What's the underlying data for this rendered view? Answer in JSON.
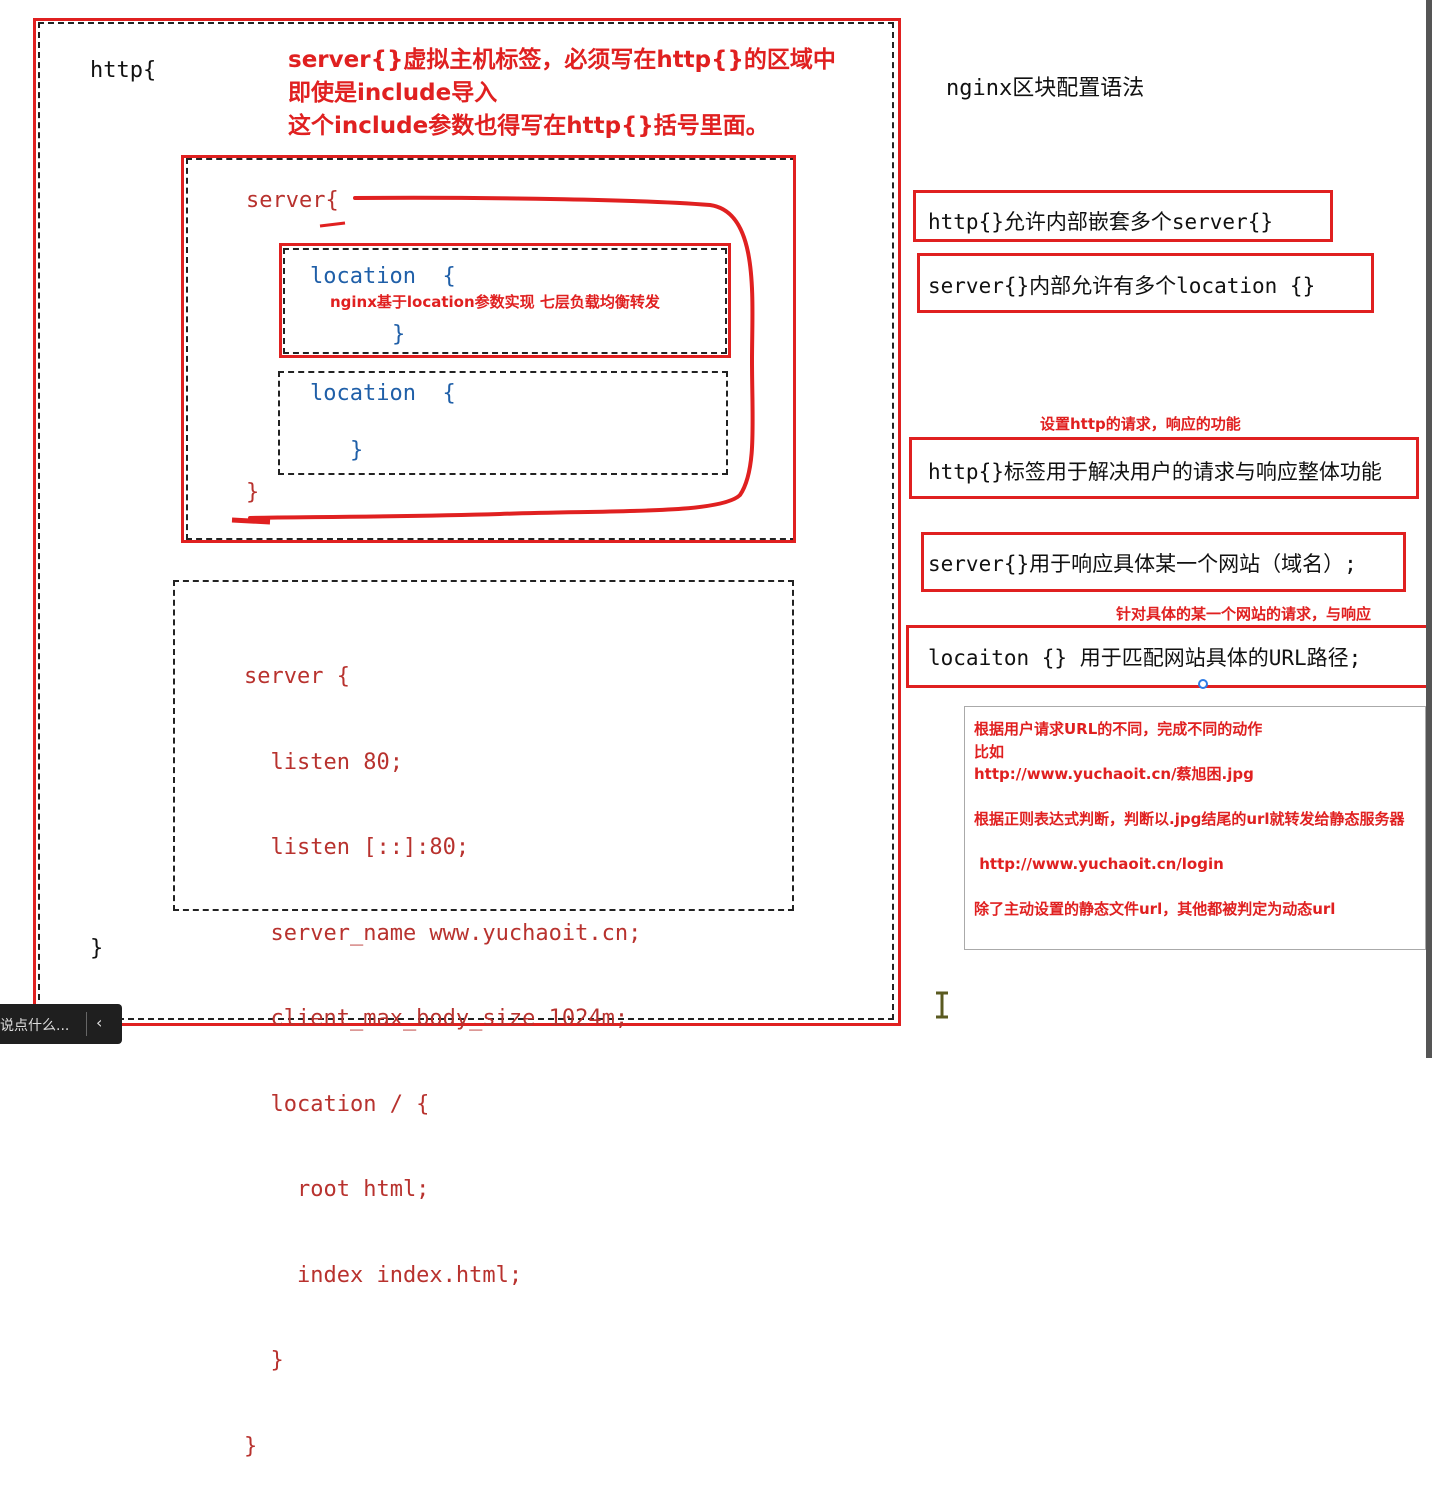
{
  "outer": {
    "http_open": "http{",
    "http_close": "}",
    "note_lines": [
      "server{}虚拟主机标签，必须写在http{}的区域中",
      "即使是include导入",
      "这个include参数也得写在http{}括号里面。"
    ]
  },
  "server_block": {
    "open": "server{",
    "close": "}",
    "location1_open": "location  {",
    "location1_note": "nginx基于location参数实现 七层负载均衡转发",
    "location1_close": "}",
    "location2_open": "location  {",
    "location2_close": "}"
  },
  "example_code": [
    "server {",
    "  listen 80;",
    "  listen [::]:80;",
    "  server_name www.yuchaoit.cn;",
    "  client_max_body_size 1024m;",
    "  location / {",
    "    root html;",
    "    index index.html;",
    "  }",
    "}"
  ],
  "right": {
    "title": "nginx区块配置语法",
    "box1": "http{}允许内部嵌套多个server{}",
    "box2": "server{}内部允许有多个location {}",
    "note_http": "设置http的请求，响应的功能",
    "box3": "http{}标签用于解决用户的请求与响应整体功能",
    "box4": "server{}用于响应具体某一个网站（域名）;",
    "note_server": "针对具体的某一个网站的请求，与响应",
    "box5": "locaiton {} 用于匹配网站具体的URL路径;",
    "notes": [
      "根据用户请求URL的不同，完成不同的动作",
      "比如",
      "http://www.yuchaoit.cn/蔡旭困.jpg",
      "",
      "根据正则表达式判断，判断以.jpg结尾的url就转发给静态服务器",
      "",
      " http://www.yuchaoit.cn/login",
      "",
      "除了主动设置的静态文件url，其他都被判定为动态url"
    ]
  },
  "bottom_bar": {
    "text": "说点什么...",
    "icon": "chevron-left-icon"
  },
  "colors": {
    "annotation_red": "#e02020",
    "code_blue": "#1f5fa8",
    "code_red": "#b8322e"
  }
}
